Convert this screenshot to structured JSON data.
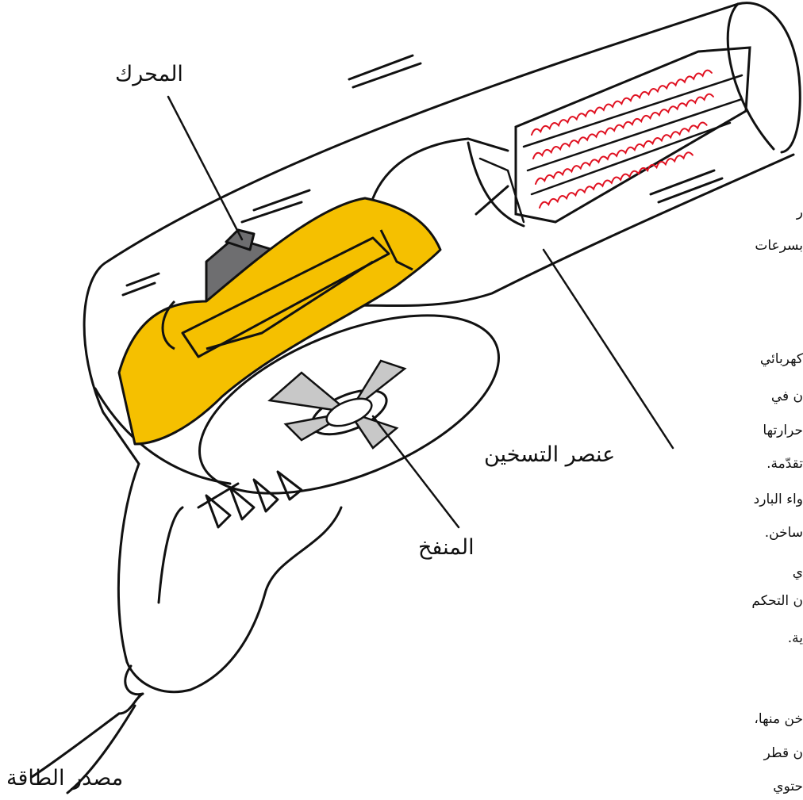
{
  "labels": {
    "motor": "المحرك",
    "heating_element": "عنصر التسخين",
    "fan": "المنفخ",
    "power_source": "مصدر الطاقة"
  },
  "side_text": [
    "ر",
    "بسرعات",
    "كهربائي",
    "ن في",
    "حرارتها",
    "تقدّمة.",
    "واء البارد",
    "ساخن.",
    "ي",
    "ن التحكم",
    "ية.",
    "خن منها،",
    "ن قطر",
    "حتوي"
  ],
  "colors": {
    "outline": "#111111",
    "motor_body": "#f5c000",
    "motor_cap": "#6e6e70",
    "fan_blades": "#c8c8c8",
    "coil": "#e01020"
  }
}
